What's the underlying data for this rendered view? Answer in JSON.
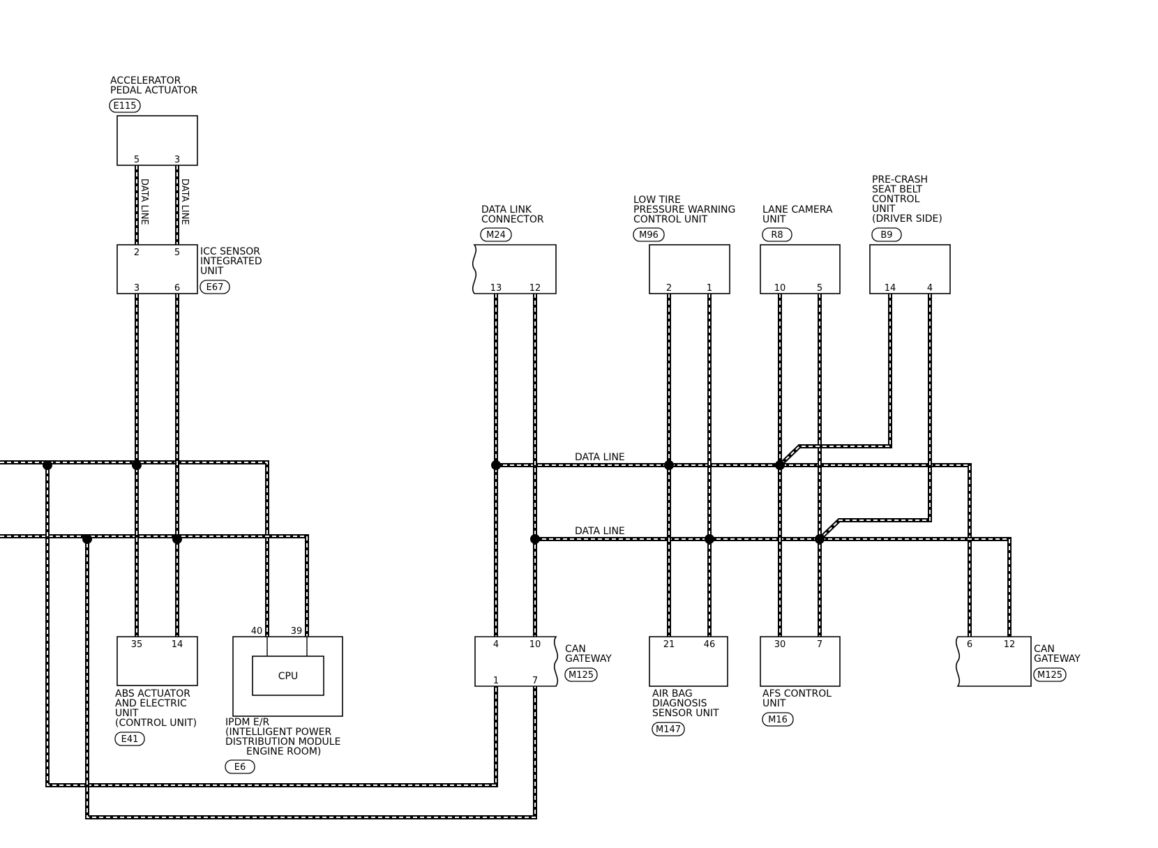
{
  "components": {
    "accel": {
      "lines": [
        "ACCELERATOR",
        "PEDAL ACTUATOR"
      ],
      "connector": "E115",
      "pins": [
        "5",
        "3"
      ]
    },
    "icc": {
      "lines": [
        "ICC SENSOR",
        "INTEGRATED",
        "UNIT"
      ],
      "connector": "E67",
      "pins_top": [
        "2",
        "5"
      ],
      "pins_bottom": [
        "3",
        "6"
      ]
    },
    "dlc": {
      "lines": [
        "DATA LINK",
        "CONNECTOR"
      ],
      "connector": "M24",
      "pins": [
        "13",
        "12"
      ]
    },
    "tpms": {
      "lines": [
        "LOW TIRE",
        "PRESSURE WARNING",
        "CONTROL UNIT"
      ],
      "connector": "M96",
      "pins": [
        "2",
        "1"
      ]
    },
    "lane": {
      "lines": [
        "LANE CAMERA",
        "UNIT"
      ],
      "connector": "R8",
      "pins": [
        "10",
        "5"
      ]
    },
    "precrash": {
      "lines": [
        "PRE-CRASH",
        "SEAT BELT",
        "CONTROL",
        "UNIT",
        "(DRIVER SIDE)"
      ],
      "connector": "B9",
      "pins": [
        "14",
        "4"
      ]
    },
    "abs": {
      "lines": [
        "ABS ACTUATOR",
        "AND ELECTRIC",
        "UNIT",
        "(CONTROL UNIT)"
      ],
      "connector": "E41",
      "pins": [
        "35",
        "14"
      ]
    },
    "ipdm": {
      "lines": [
        "IPDM E/R",
        "(INTELLIGENT POWER",
        "DISTRIBUTION MODULE",
        "ENGINE ROOM)"
      ],
      "connector": "E6",
      "pins": [
        "40",
        "39"
      ],
      "cpu": "CPU"
    },
    "gw1": {
      "lines": [
        "CAN",
        "GATEWAY"
      ],
      "connector": "M125",
      "pins_top": [
        "4",
        "10"
      ],
      "pins_bottom": [
        "1",
        "7"
      ]
    },
    "airbag": {
      "lines": [
        "AIR BAG",
        "DIAGNOSIS",
        "SENSOR UNIT"
      ],
      "connector": "M147",
      "pins": [
        "21",
        "46"
      ]
    },
    "afs": {
      "lines": [
        "AFS CONTROL",
        "UNIT"
      ],
      "connector": "M16",
      "pins": [
        "30",
        "7"
      ]
    },
    "gw2": {
      "lines": [
        "CAN",
        "GATEWAY"
      ],
      "connector": "M125",
      "pins": [
        "6",
        "12"
      ]
    }
  },
  "wire_labels": {
    "vertical_1": "DATA LINE",
    "vertical_2": "DATA LINE",
    "bus_upper": "DATA LINE",
    "bus_lower": "DATA LINE"
  }
}
